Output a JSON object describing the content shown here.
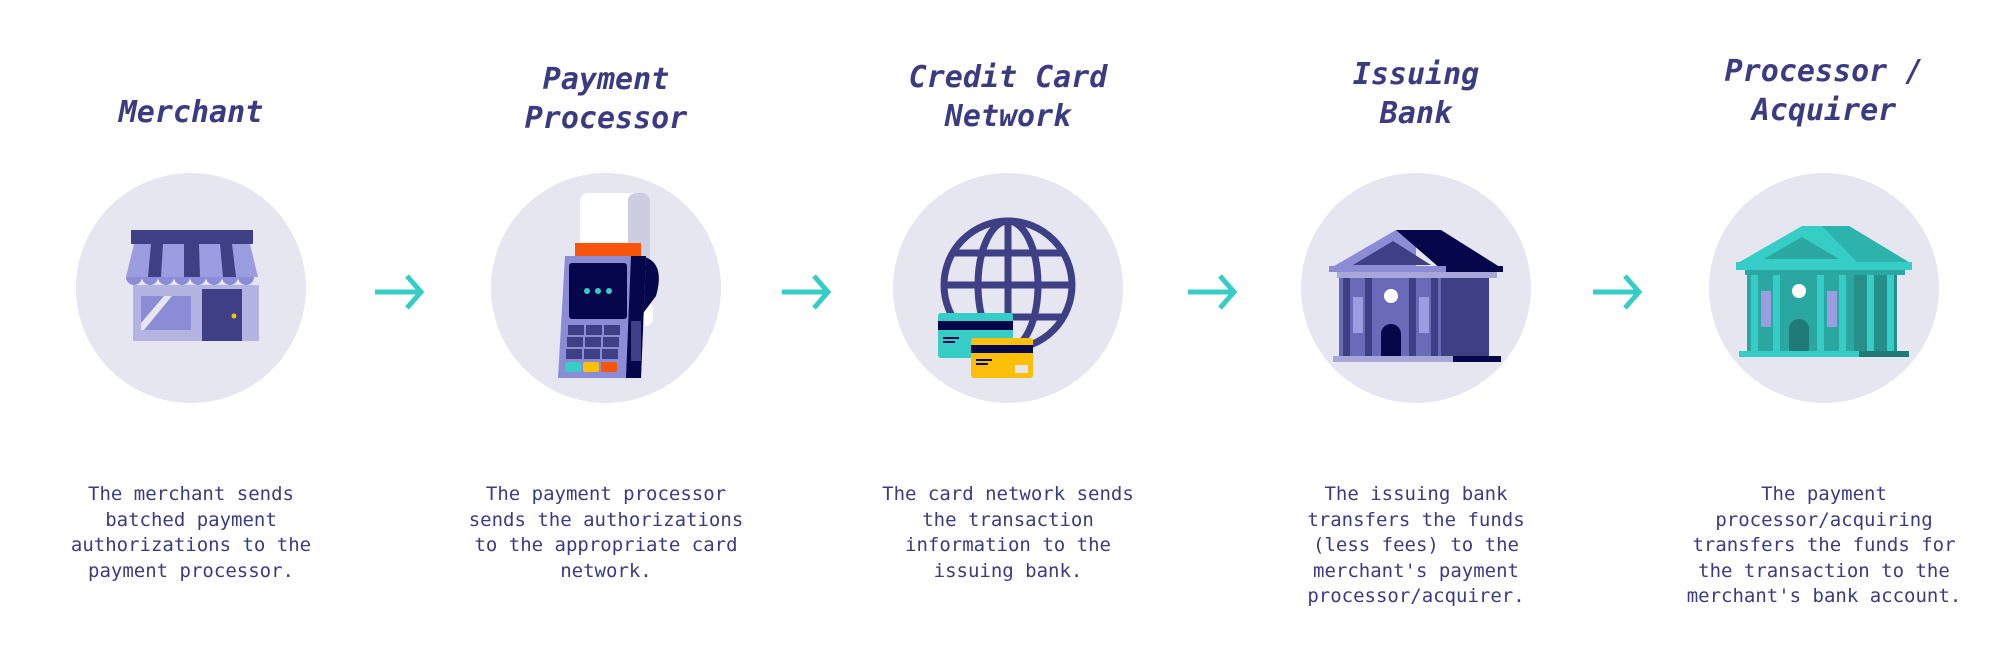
{
  "steps": [
    {
      "title_lines": [
        "Merchant"
      ],
      "description_lines": [
        "The merchant sends",
        "batched payment",
        "authorizations to the",
        "payment processor."
      ],
      "icon": "storefront-icon"
    },
    {
      "title_lines": [
        "Payment",
        "Processor"
      ],
      "description_lines": [
        "The payment processor",
        "sends the authorizations",
        "to the appropriate card",
        "network."
      ],
      "icon": "card-terminal-icon"
    },
    {
      "title_lines": [
        "Credit Card",
        "Network"
      ],
      "description_lines": [
        "The card network sends",
        "the transaction",
        "information to the",
        "issuing bank."
      ],
      "icon": "globe-cards-icon"
    },
    {
      "title_lines": [
        "Issuing",
        "Bank"
      ],
      "description_lines": [
        "The issuing bank",
        "transfers the funds",
        "(less fees) to the",
        "merchant's payment",
        "processor/acquirer."
      ],
      "icon": "bank-building-icon"
    },
    {
      "title_lines": [
        "Processor /",
        "Acquirer"
      ],
      "description_lines": [
        "The payment",
        "processor/acquiring",
        "transfers the funds for",
        "the transaction to the",
        "merchant's bank account."
      ],
      "icon": "bank-building-teal-icon"
    }
  ],
  "colors": {
    "text": "#3b3b82",
    "circle": "#e6e6f0",
    "arrow": "#35cdc6",
    "accent_teal": "#35cdc6",
    "accent_yellow": "#fbbf0a",
    "accent_orange": "#f9540b"
  }
}
